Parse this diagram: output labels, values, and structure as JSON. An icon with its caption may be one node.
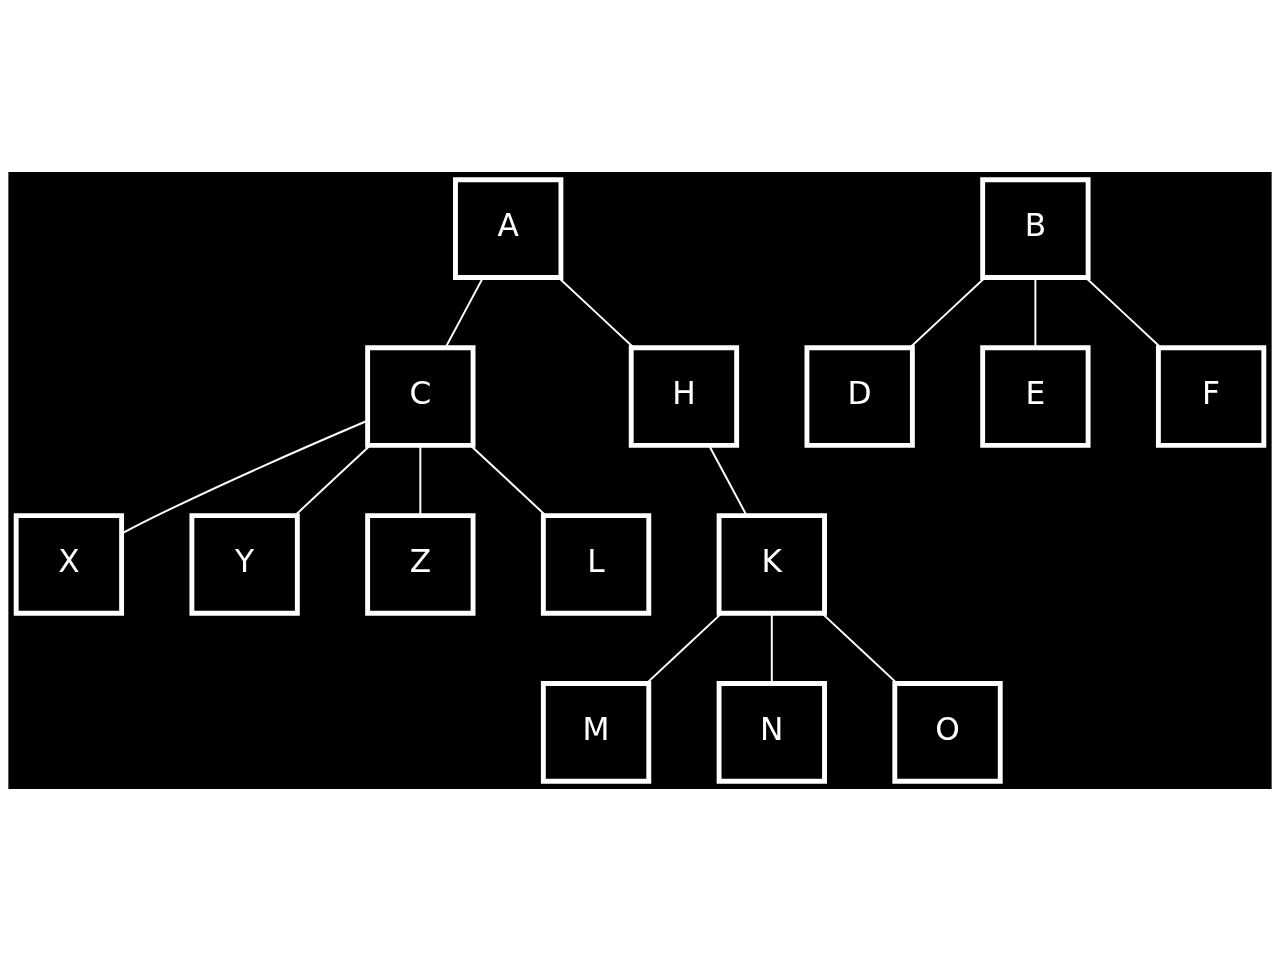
{
  "diagram": {
    "nodes": [
      {
        "text": [
          "A"
        ]
      },
      {
        "text": [
          "B"
        ]
      },
      {
        "text": [
          "C"
        ]
      },
      {
        "text": [
          "H"
        ]
      },
      {
        "text": [
          "D"
        ]
      },
      {
        "text": [
          "E"
        ]
      },
      {
        "text": [
          "F"
        ]
      },
      {
        "text": [
          "X"
        ]
      },
      {
        "text": [
          "Y"
        ]
      },
      {
        "text": [
          "Z"
        ]
      },
      {
        "text": [
          "L"
        ]
      },
      {
        "text": [
          "K"
        ]
      },
      {
        "text": [
          "M"
        ]
      },
      {
        "text": [
          "N"
        ]
      },
      {
        "text": [
          "O"
        ]
      }
    ],
    "edges": [
      {
        "from": 0,
        "to": 2,
        "arrow": "none"
      },
      {
        "from": 0,
        "to": 3,
        "arrow": "none"
      },
      {
        "from": 1,
        "to": 4,
        "arrow": "none"
      },
      {
        "from": 1,
        "to": 5,
        "arrow": "none"
      },
      {
        "from": 1,
        "to": 6,
        "arrow": "none"
      },
      {
        "from": 2,
        "to": 7,
        "arrow": "none"
      },
      {
        "from": 2,
        "to": 8,
        "arrow": "none"
      },
      {
        "from": 2,
        "to": 9,
        "arrow": "none"
      },
      {
        "from": 2,
        "to": 10,
        "arrow": "none"
      },
      {
        "from": 3,
        "to": 11,
        "arrow": "none"
      },
      {
        "from": 11,
        "to": 12,
        "arrow": "none"
      },
      {
        "from": 11,
        "to": 13,
        "arrow": "none"
      },
      {
        "from": 11,
        "to": 14,
        "arrow": "none"
      }
    ]
  }
}
